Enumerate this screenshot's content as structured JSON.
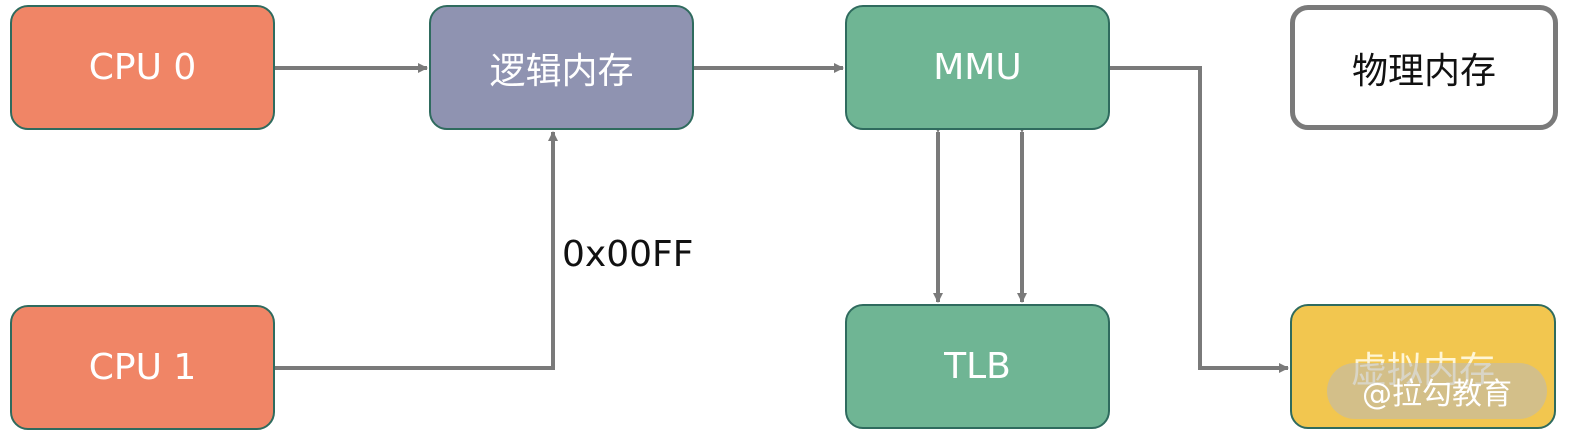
{
  "nodes": {
    "cpu0": "CPU 0",
    "cpu1": "CPU 1",
    "logical_memory": "逻辑内存",
    "mmu": "MMU",
    "tlb": "TLB",
    "physical_memory": "物理内存",
    "virtual_memory": "虚拟内存"
  },
  "edge_label": "0x00FF",
  "watermark": "@拉勾教育",
  "colors": {
    "cpu": "#f08566",
    "logical_memory": "#8f93b1",
    "mmu": "#6fb594",
    "tlb": "#6fb594",
    "physical_memory": "#ffffff",
    "virtual_memory": "#f2c64f",
    "arrow": "#7a7a7a"
  }
}
